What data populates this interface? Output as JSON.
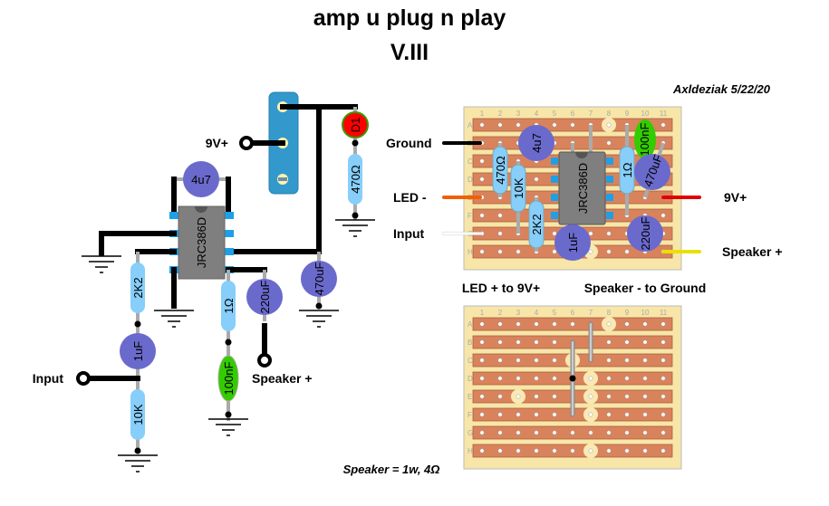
{
  "title": "amp u plug n play",
  "version": "V.III",
  "author": "Axldeziak 5/22/20",
  "note_speaker": "Speaker = 1w, 4Ω",
  "note_led": "LED + to 9V+",
  "note_speaker_ground": "Speaker - to Ground",
  "colors": {
    "board": "#f7e6a8",
    "strip": "#d9835c",
    "resistor": "#87cefa",
    "electrolytic": "#6a6acd",
    "film": "#33cc00",
    "led": "#ff0000",
    "ic": "#7f7f7f",
    "pad": "#1ea0e6",
    "dc_jack": "#3399cc"
  },
  "schematic": {
    "label_9v": "9V+",
    "label_input": "Input",
    "label_speaker": "Speaker +",
    "ic": "JRC386D",
    "c_gain": "4u7",
    "r_led": "470Ω",
    "led": "D1",
    "r_in_series": "2K2",
    "c_in": "1uF",
    "r_in_ground": "10K",
    "r_zobel": "1Ω",
    "c_zobel": "100nF",
    "c_out": "220uF",
    "c_supply": "470uF"
  },
  "stripboard": {
    "rows": [
      "A",
      "B",
      "C",
      "D",
      "E",
      "F",
      "G",
      "H"
    ],
    "columns": [
      "1",
      "2",
      "3",
      "4",
      "5",
      "6",
      "7",
      "8",
      "9",
      "10",
      "11"
    ],
    "wire_labels": {
      "ground": "Ground",
      "led_minus": "LED -",
      "input": "Input",
      "v9": "9V+",
      "speaker": "Speaker +"
    },
    "components": {
      "c_gain": "4u7",
      "r_led": "470Ω",
      "r_in_ground": "10K",
      "r_in_series": "2K2",
      "ic": "JRC386D",
      "c_in": "1uF",
      "r_zobel": "1Ω",
      "c_zobel": "100nF",
      "c_supply": "470uF",
      "c_out": "220uF"
    },
    "top_cuts": [
      "A8",
      "H7"
    ],
    "bottom_cuts": [
      "A8",
      "C6",
      "D7",
      "E3",
      "E7",
      "F7",
      "H7"
    ]
  }
}
